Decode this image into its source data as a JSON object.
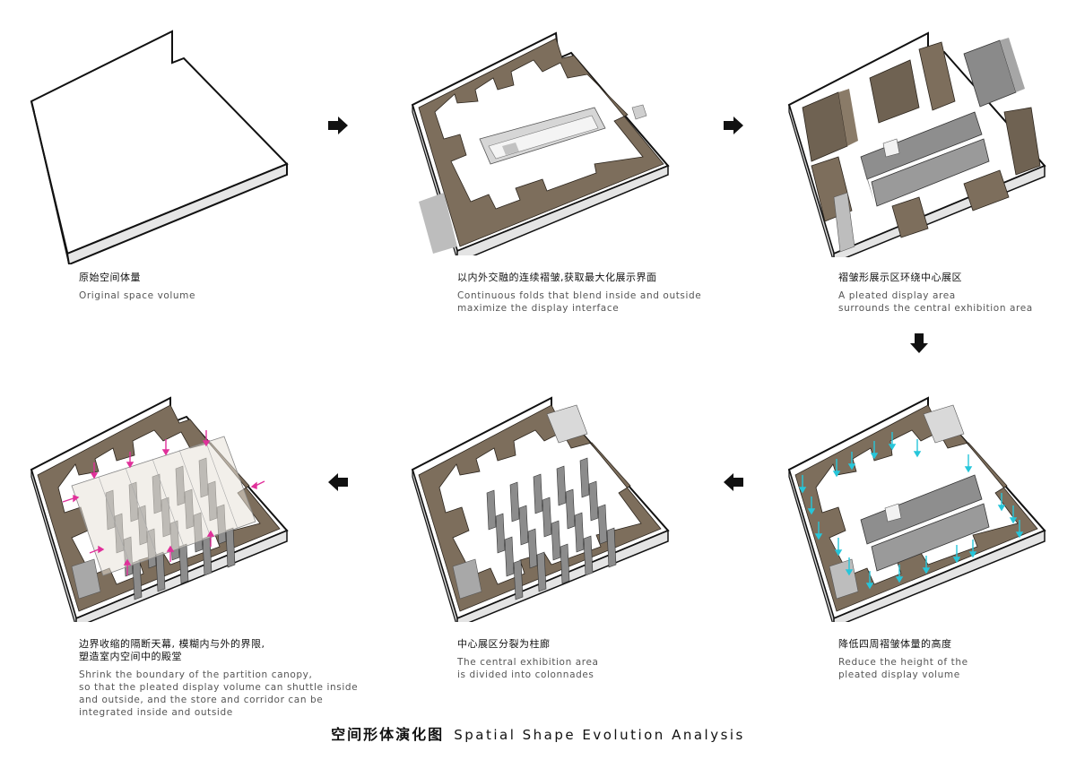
{
  "stages": [
    {
      "cn": "原始空间体量",
      "en": "Original space volume"
    },
    {
      "cn": "以内外交融的连续褶皱,获取最大化展示界面",
      "en": "Continuous folds that blend inside and outside\nmaximize the display interface"
    },
    {
      "cn": "褶皱形展示区环绕中心展区",
      "en": "A pleated display area\nsurrounds the central exhibition area"
    },
    {
      "cn": "降低四周褶皱体量的高度",
      "en": "Reduce the height of the\npleated display volume"
    },
    {
      "cn": "中心展区分裂为柱廊",
      "en": "The central exhibition area\nis divided into colonnades"
    },
    {
      "cn": "边界收缩的隔断天幕, 模糊内与外的界限,\n塑造室内空间中的殿堂",
      "en": "Shrink the boundary of the partition canopy,\nso that the pleated display volume can shuttle inside\nand outside, and the store and corridor can be\n integrated inside and outside"
    }
  ],
  "title": {
    "cn": "空间形体演化图",
    "en": "Spatial Shape Evolution Analysis"
  },
  "colors": {
    "wall": "#7d6e5c",
    "column": "#8c8c8c",
    "cyan_arrow": "#26c6da",
    "magenta_arrow": "#e0309a"
  },
  "icons": [
    "arrow-right-icon",
    "arrow-down-icon",
    "arrow-left-icon"
  ]
}
